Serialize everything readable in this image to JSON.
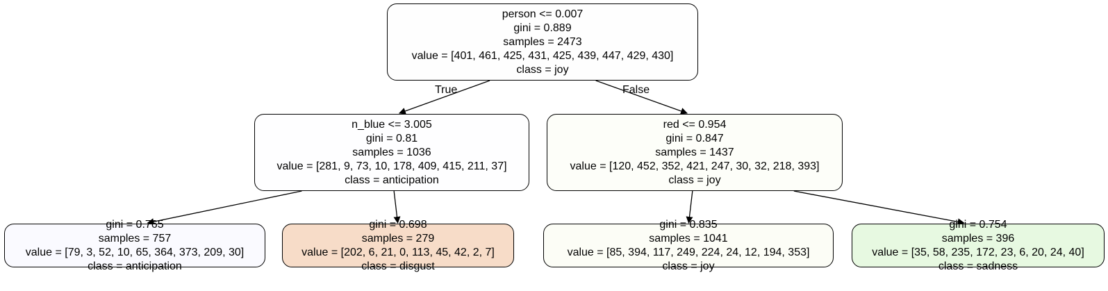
{
  "tree": {
    "nodes": [
      {
        "id": "n0",
        "split": "person <= 0.007",
        "gini": "gini = 0.889",
        "samples": "samples = 2473",
        "value": "value = [401, 461, 425, 431, 425, 439, 447, 429, 430]",
        "class": "class = joy",
        "color": "#fefefe"
      },
      {
        "id": "n1",
        "split": "n_blue <= 3.005",
        "gini": "gini = 0.81",
        "samples": "samples = 1036",
        "value": "value = [281, 9, 73, 10, 178, 409, 415, 211, 37]",
        "class": "class = anticipation",
        "color": "#fefeff"
      },
      {
        "id": "n2",
        "split": "red <= 0.954",
        "gini": "gini = 0.847",
        "samples": "samples = 1437",
        "value": "value = [120, 452, 352, 421, 247, 30, 32, 218, 393]",
        "class": "class = joy",
        "color": "#fdfef9"
      },
      {
        "id": "n3",
        "gini": "gini = 0.765",
        "samples": "samples = 757",
        "value": "value = [79, 3, 52, 10, 65, 364, 373, 209, 30]",
        "class": "class = anticipation",
        "color": "#fafaff"
      },
      {
        "id": "n4",
        "gini": "gini = 0.698",
        "samples": "samples = 279",
        "value": "value = [202, 6, 21, 0, 113, 45, 42, 2, 7]",
        "class": "class = disgust",
        "color": "#f7dcc8"
      },
      {
        "id": "n5",
        "gini": "gini = 0.835",
        "samples": "samples = 1041",
        "value": "value = [85, 394, 117, 249, 224, 24, 12, 194, 353]",
        "class": "class = joy",
        "color": "#fcfdf6"
      },
      {
        "id": "n6",
        "gini": "gini = 0.754",
        "samples": "samples = 396",
        "value": "value = [35, 58, 235, 172, 23, 6, 20, 24, 40]",
        "class": "class = sadness",
        "color": "#e7f9e1"
      }
    ],
    "edges": [
      {
        "from": "n0",
        "to": "n1"
      },
      {
        "from": "n0",
        "to": "n2"
      },
      {
        "from": "n1",
        "to": "n3"
      },
      {
        "from": "n1",
        "to": "n4"
      },
      {
        "from": "n2",
        "to": "n5"
      },
      {
        "from": "n2",
        "to": "n6"
      }
    ],
    "edge_labels": {
      "true_label": "True",
      "false_label": "False"
    }
  }
}
